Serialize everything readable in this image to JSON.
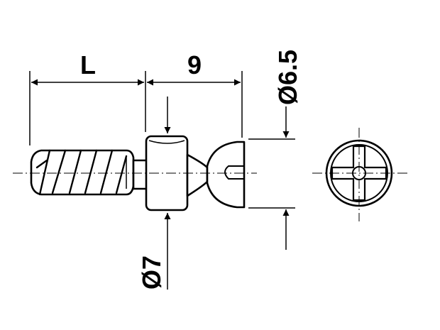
{
  "dimensions": {
    "thread_length": "L",
    "collar_width": "9",
    "head_diameter": "Ø6.5",
    "collar_diameter": "Ø7"
  },
  "colors": {
    "line": "#000000",
    "fill": "#ffffff"
  }
}
